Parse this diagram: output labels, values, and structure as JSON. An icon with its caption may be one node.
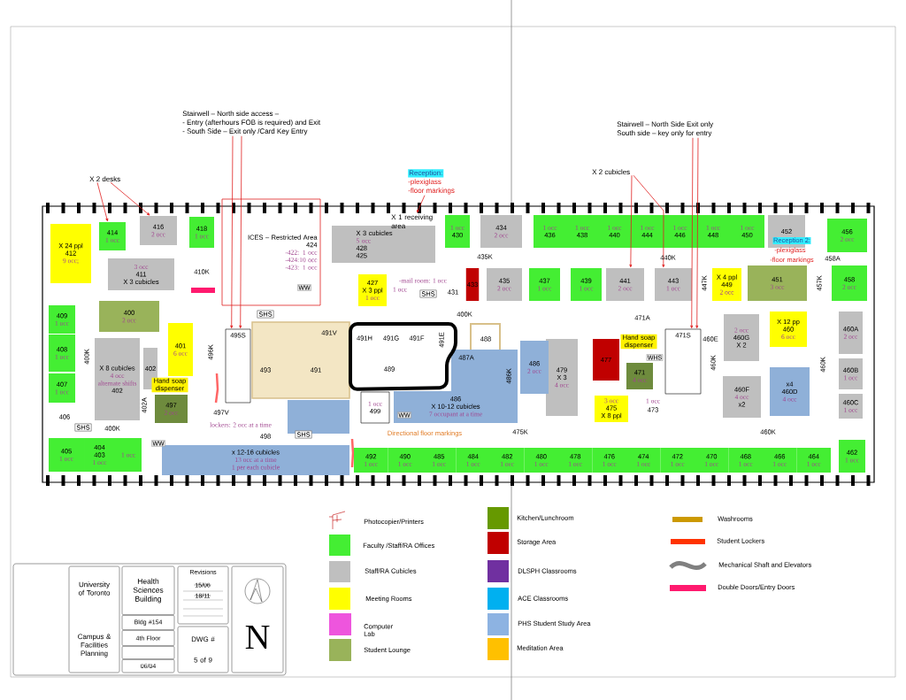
{
  "diagram": {
    "nodes": [
      {
        "text": [
          "Stairwell – North side access –",
          "- Entry (afterhours FOB is required) and Exit",
          "- South Side – Exit only /Card Key Entry"
        ]
      },
      {
        "text": [
          "Stairwell – North Side Exit only",
          "South side – key only for entry"
        ]
      },
      {
        "text": [
          "Reception:",
          "-plexiglass",
          "-floor markings"
        ]
      },
      {
        "text": [
          "X 2 cubicles"
        ]
      },
      {
        "text": [
          "X 2 desks"
        ]
      },
      {
        "text": [
          "X 1 receiving area"
        ]
      },
      {
        "text": [
          "X 24 ppl",
          "412",
          "9 occ;"
        ]
      },
      {
        "text": [
          "414",
          "1 occ"
        ]
      },
      {
        "text": [
          "416",
          "2 occ"
        ]
      },
      {
        "text": [
          "418",
          "1 occ"
        ]
      },
      {
        "text": [
          "ICES – Restricted Area",
          "424",
          "-422: 1 occ",
          "-424:10 occ",
          "-423: 1 occ"
        ]
      },
      {
        "text": [
          "X 3 cubicles",
          "5 occ",
          "428",
          "425"
        ]
      },
      {
        "text": [
          "1 occ",
          "430"
        ]
      },
      {
        "text": [
          "434",
          "2 occ"
        ]
      },
      {
        "text": [
          "1 occ",
          "436"
        ]
      },
      {
        "text": [
          "1 occ",
          "438"
        ]
      },
      {
        "text": [
          "1 occ",
          "440"
        ]
      },
      {
        "text": [
          "1 occ",
          "444"
        ]
      },
      {
        "text": [
          "1 occ",
          "446"
        ]
      },
      {
        "text": [
          "1 occ",
          "448"
        ]
      },
      {
        "text": [
          "1 occ",
          "450"
        ]
      },
      {
        "text": [
          "452"
        ]
      },
      {
        "text": [
          "456",
          "2 occ"
        ]
      },
      {
        "text": [
          "3 occ",
          "411",
          "X 3 cubicles"
        ]
      },
      {
        "text": [
          "427",
          "X 3 ppl",
          "1 occ"
        ]
      },
      {
        "text": [
          "433"
        ]
      },
      {
        "text": [
          "435",
          "2 occ"
        ]
      },
      {
        "text": [
          "437",
          "1 occ"
        ]
      },
      {
        "text": [
          "439",
          "1 occ"
        ]
      },
      {
        "text": [
          "441",
          "2 occ"
        ]
      },
      {
        "text": [
          "443",
          "1 occ"
        ]
      },
      {
        "text": [
          "X 4 ppl",
          "449",
          "2 occ"
        ]
      },
      {
        "text": [
          "451",
          "3 occ"
        ]
      },
      {
        "text": [
          "458",
          "2 occ"
        ]
      },
      {
        "text": [
          "409",
          "1 occ"
        ]
      },
      {
        "text": [
          "400",
          "2 occ"
        ]
      },
      {
        "text": [
          "495S"
        ]
      },
      {
        "text": [
          "471S"
        ]
      },
      {
        "text": [
          "2 occ",
          "460G",
          "X 2"
        ]
      },
      {
        "text": [
          "X 12 pp",
          "460",
          "6 occ"
        ]
      },
      {
        "text": [
          "460A",
          "2 occ"
        ]
      },
      {
        "text": [
          "408",
          "1 occ"
        ]
      },
      {
        "text": [
          "X 8 cubicles",
          "4 occ",
          "alternate shifts",
          "402"
        ]
      },
      {
        "text": [
          "402"
        ]
      },
      {
        "text": [
          "401",
          "6 occ"
        ]
      },
      {
        "text": [
          "479",
          "X 3",
          "4 occ"
        ]
      },
      {
        "text": [
          "477"
        ]
      },
      {
        "text": [
          "471",
          "4 occ"
        ]
      },
      {
        "text": [
          "486",
          "2 occ"
        ]
      },
      {
        "text": [
          "460B",
          "1 occ"
        ]
      },
      {
        "text": [
          "497",
          "2 occ"
        ]
      },
      {
        "text": [
          "407",
          "1 occ"
        ]
      },
      {
        "text": [
          "460F",
          "4 occ",
          "x2"
        ]
      },
      {
        "text": [
          "x4",
          "460D",
          "4 occ"
        ]
      },
      {
        "text": [
          "1 occ",
          "499"
        ]
      },
      {
        "text": [
          "3 occ",
          "475",
          "X 8 ppl"
        ]
      },
      {
        "text": [
          "486",
          "X 10-12 cubicles",
          "7 occupant at a time"
        ]
      },
      {
        "text": [
          "460C",
          "1 occ"
        ]
      },
      {
        "text": [
          "405",
          "1 occ"
        ]
      },
      {
        "text": [
          "404",
          "403",
          "1 occ"
        ]
      },
      {
        "text": [
          "1 occ"
        ]
      },
      {
        "text": [
          "x 12-16 cubicles",
          "13 occ at a time",
          "1 per each cubicle"
        ]
      },
      {
        "text": [
          "492",
          "1 occ"
        ]
      },
      {
        "text": [
          "490",
          "1 occ"
        ]
      },
      {
        "text": [
          "485",
          "1 occ"
        ]
      },
      {
        "text": [
          "484",
          "1 occ"
        ]
      },
      {
        "text": [
          "482",
          "1 occ"
        ]
      },
      {
        "text": [
          "480",
          "1 occ"
        ]
      },
      {
        "text": [
          "478",
          "1 occ"
        ]
      },
      {
        "text": [
          "476",
          "1 occ"
        ]
      },
      {
        "text": [
          "474",
          "1 occ"
        ]
      },
      {
        "text": [
          "472",
          "1 occ"
        ]
      },
      {
        "text": [
          "470",
          "1 occ"
        ]
      },
      {
        "text": [
          "468",
          "1 occ"
        ]
      },
      {
        "text": [
          "466",
          "1 occ"
        ]
      },
      {
        "text": [
          "464",
          "1 occ"
        ]
      },
      {
        "text": [
          "462",
          "1 occ"
        ]
      },
      {
        "text": [
          "University of Toronto",
          "Campus & Facilities Planning"
        ]
      },
      {
        "text": [
          "Health Sciences Building"
        ]
      },
      {
        "text": [
          "Bldg #154"
        ]
      },
      {
        "text": [
          "4th Floor"
        ]
      },
      {
        "text": [
          "06/04"
        ]
      },
      {
        "text": [
          "Revisions"
        ]
      },
      {
        "text": [
          "DWG #",
          "5 of 9"
        ]
      }
    ],
    "edges": [
      {
        "from": 4,
        "to": 7,
        "arrow": "to"
      },
      {
        "from": 4,
        "to": 8,
        "arrow": "to"
      },
      {
        "from": 0,
        "to": 36,
        "arrow": "to"
      },
      {
        "from": 0,
        "to": 36,
        "arrow": "to"
      },
      {
        "from": 2,
        "to": 5,
        "arrow": "to"
      },
      {
        "from": 3,
        "to": 29,
        "arrow": "to"
      },
      {
        "from": 3,
        "to": 30,
        "arrow": "to"
      },
      {
        "from": 1,
        "to": 37,
        "arrow": "to"
      },
      {
        "from": 1,
        "to": 37,
        "arrow": "to"
      }
    ],
    "labels": [
      "410K",
      "400K",
      "496K",
      "402A",
      "406",
      "SHS",
      "400K",
      "497V",
      "lockers: 2 occ at a time",
      "498",
      "SHS",
      "WW",
      "WW",
      "SHS",
      "491V",
      "493",
      "491",
      "491H",
      "491G",
      "491F",
      "491E",
      "489",
      "488",
      "487A",
      "400K",
      "486K",
      "435K",
      "-mail room: 1 occ",
      "1 occ",
      "SHS",
      "431",
      "WW",
      "Directional floor markings",
      "475K",
      "440K",
      "447K",
      "457K",
      "458A",
      "471A",
      "Hand soap dispenser",
      "WHS",
      "1 occ",
      "473",
      "460E",
      "460K",
      "460K",
      "460K",
      "Hand soap dispenser",
      "Reception 2:",
      "-plexiglass",
      "-floor markings",
      "15/06",
      "18/11",
      "N"
    ],
    "legend": [
      {
        "text": "Photocopier/Printers"
      },
      {
        "text": "Faculty /Staff/RA Offices",
        "color": "#44ee33"
      },
      {
        "text": "Staff/RA Cubicles",
        "color": "#bfbfbf"
      },
      {
        "text": "Meeting Rooms",
        "color": "#ffff00"
      },
      {
        "text": "Computer Lab",
        "color": "#ee55dd"
      },
      {
        "text": "Student Lounge",
        "color": "#99b35a"
      },
      {
        "text": "Kitchen/Lunchroom",
        "color": "#669900"
      },
      {
        "text": "Storage Area",
        "color": "#c00000"
      },
      {
        "text": "DLSPH Classrooms",
        "color": "#7030a0"
      },
      {
        "text": "ACE Classrooms",
        "color": "#00b0f0"
      },
      {
        "text": "PHS Student Study Area",
        "color": "#8db3e2"
      },
      {
        "text": "Meditation Area",
        "color": "#ffc000"
      },
      {
        "text": "Washrooms",
        "color": "#cc9900"
      },
      {
        "text": "Student Lockers",
        "color": "#ff3300"
      },
      {
        "text": "Mechanical Shaft and Elevators"
      },
      {
        "text": "Double Doors/Entry Doors",
        "color": "#ff1a6e"
      }
    ]
  }
}
